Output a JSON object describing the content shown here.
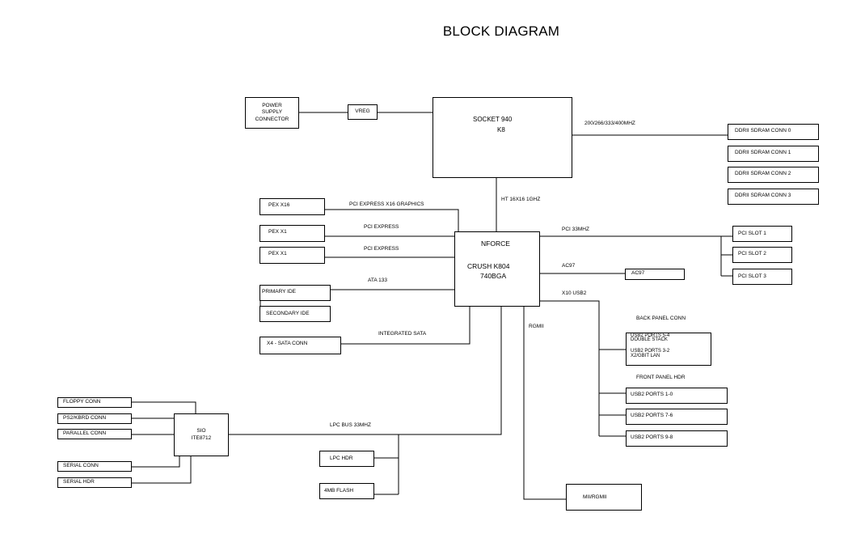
{
  "title": "BLOCK DIAGRAM",
  "blocks": {
    "power_supply": "POWER\nSUPPLY\nCONNECTOR",
    "vreg": "VREG",
    "socket": {
      "line1": "SOCKET 940",
      "line2": "K8"
    },
    "nforce": {
      "line1": "NFORCE",
      "line2": "CRUSH K804",
      "line3": "740BGA"
    },
    "pex_x16": "PEX X16",
    "pex_x1_a": "PEX X1",
    "pex_x1_b": "PEX X1",
    "primary_ide": "PRIMARY IDE",
    "secondary_ide": "SECONDARY IDE",
    "sata_conn": "X4 - SATA CONN",
    "ddr0": "DDRII SDRAM CONN 0",
    "ddr1": "DDRII SDRAM CONN 1",
    "ddr2": "DDRII SDRAM CONN 2",
    "ddr3": "DDRII SDRAM CONN 3",
    "pci1": "PCI SLOT 1",
    "pci2": "PCI SLOT 2",
    "pci3": "PCI SLOT 3",
    "ac97": "AC97",
    "usb_back_1": "USB2 PORTS 5-4",
    "usb_back_2": "DOUBLE STACK",
    "usb_back_3": "USB2 PORTS 3-2",
    "usb_back_4": "X2/GBIT LAN",
    "usb_front_1": "USB2 PORTS 1-0",
    "usb_front_2": "USB2 PORTS 7-6",
    "usb_front_3": "USB2 PORTS 9-8",
    "mii": "MII/RGMII",
    "floppy": "FLOPPY CONN",
    "ps2": "PS2/KBRD CONN",
    "parallel": "PARALLEL CONN",
    "serial_conn": "SERIAL CONN",
    "serial_hdr": "SERIAL HDR",
    "sio": "SIO\nITE8712",
    "lpc_hdr": "LPC HDR",
    "flash": "4MB FLASH"
  },
  "labels": {
    "mem_speed": "200/266/333/400MHZ",
    "ht": "HT 16X16 1GHZ",
    "pcie_x16_gfx": "PCI EXPRESS X16 GRAPHICS",
    "pcie_a": "PCI EXPRESS",
    "pcie_b": "PCI EXPRESS",
    "ata": "ATA 133",
    "sata": "INTEGRATED SATA",
    "pci_33": "PCI 33MHZ",
    "ac97": "AC97",
    "usb_x10": "X10 USB2",
    "back_panel": "BACK PANEL CONN",
    "front_panel": "FRONT PANEL HDR",
    "rgmii": "RGMII",
    "lpc_bus": "LPC BUS 33MHZ"
  }
}
